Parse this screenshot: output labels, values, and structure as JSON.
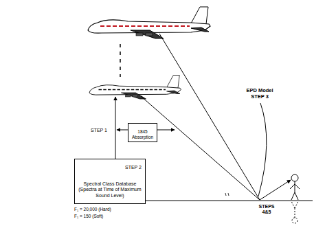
{
  "diagram": {
    "nodes": [
      {
        "text": [
          "Spectral Class Database (Spectra at Time of Maximum Sound Level)"
        ]
      },
      {
        "text": [
          "1845 Absorption"
        ]
      }
    ],
    "labels": [
      "STEP 1",
      "STEP 2",
      "EPD Model STEP 3",
      "STEPS 4&5",
      "F₁ = 20,000 (Hard)",
      "F₁ = 150 (Soft)"
    ]
  }
}
